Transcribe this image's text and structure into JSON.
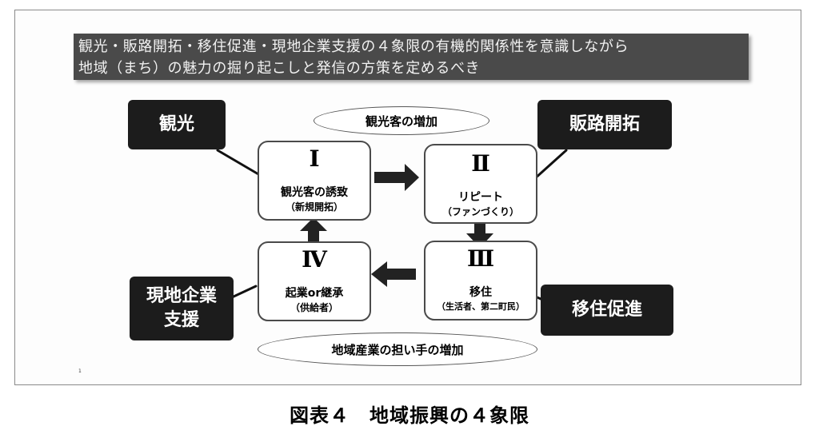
{
  "banner": {
    "line1": "観光・販路開拓・移住促進・現地企業支援の４象限の有機的関係性を意識しながら",
    "line2": "地域（まち）の魅力の掘り起こしと発信の方策を定めるべき"
  },
  "callouts": {
    "tourism": "観光",
    "sales": "販路開拓",
    "local_l1": "現地企業",
    "local_l2": "支援",
    "migration": "移住促進"
  },
  "ovals": {
    "top": "観光客の増加",
    "bottom": "地域産業の担い手の増加"
  },
  "quadrants": {
    "q1": {
      "num": "Ⅰ",
      "main": "観光客の誘致",
      "sub": "（新規開拓）"
    },
    "q2": {
      "num": "Ⅱ",
      "main": "リピート",
      "sub": "（ファンづくり）"
    },
    "q3": {
      "num": "Ⅲ",
      "main": "移住",
      "sub": "（生活者、第二町民）"
    },
    "q4": {
      "num": "Ⅳ",
      "main": "起業or継承",
      "sub": "（供給者）"
    }
  },
  "footnote": "1",
  "caption": "図表４　地域振興の４象限"
}
